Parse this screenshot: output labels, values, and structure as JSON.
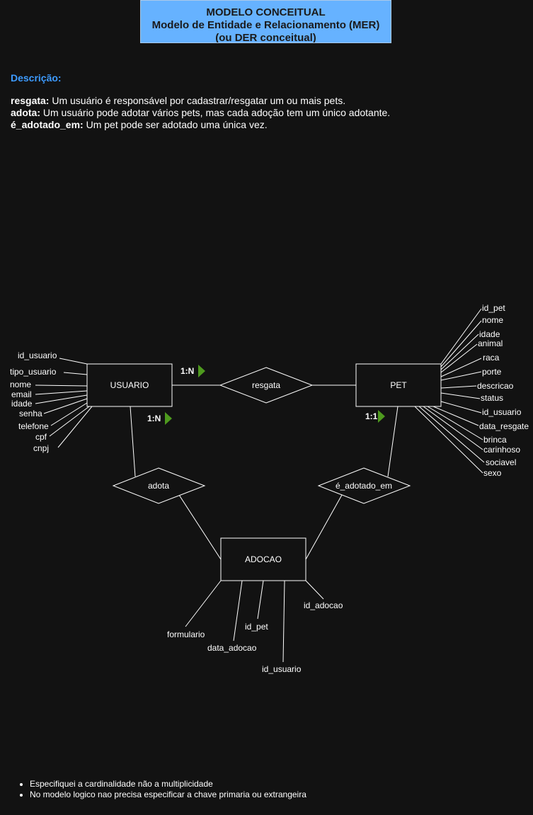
{
  "title": {
    "line1": "MODELO CONCEITUAL",
    "line2": "Modelo de Entidade e Relacionamento (MER)",
    "line3": "(ou DER conceitual)"
  },
  "description": {
    "heading": "Descrição:",
    "items": [
      {
        "term": "resgata:",
        "text": " Um usuário é responsável por cadastrar/resgatar um ou mais pets."
      },
      {
        "term": "adota:",
        "text": " Um usuário pode adotar vários pets, mas cada adoção tem um único adotante."
      },
      {
        "term": "é_adotado_em:",
        "text": " Um pet pode ser adotado uma única vez."
      }
    ]
  },
  "entities": {
    "usuario": {
      "name": "USUARIO",
      "attributes": [
        "id_usuario",
        "tipo_usuario",
        "nome",
        "email",
        "idade",
        "senha",
        "telefone",
        "cpf",
        "cnpj"
      ]
    },
    "pet": {
      "name": "PET",
      "attributes": [
        "id_pet",
        "nome",
        "idade",
        "animal",
        "raca",
        "porte",
        "descricao",
        "status",
        "id_usuario",
        "data_resgate",
        "brinca",
        "carinhoso",
        "sociavel",
        "sexo"
      ]
    },
    "adocao": {
      "name": "ADOCAO",
      "attributes": [
        "formulario",
        "data_adocao",
        "id_pet",
        "id_usuario",
        "id_adocao"
      ]
    }
  },
  "relationships": {
    "resgata": {
      "name": "resgata",
      "cardinality": "1:N"
    },
    "adota": {
      "name": "adota",
      "cardinality": "1:N"
    },
    "e_adotado_em": {
      "name": "é_adotado_em",
      "cardinality": "1:1"
    }
  },
  "colors": {
    "background": "#121212",
    "title_fill": "#66b2ff",
    "heading": "#3d9bff",
    "arrow": "#4e9a1e",
    "line": "#ffffff"
  },
  "notes": [
    "Especifiquei a cardinalidade não a multiplicidade",
    "No modelo logico nao precisa especificar a chave primaria ou extrangeira"
  ]
}
